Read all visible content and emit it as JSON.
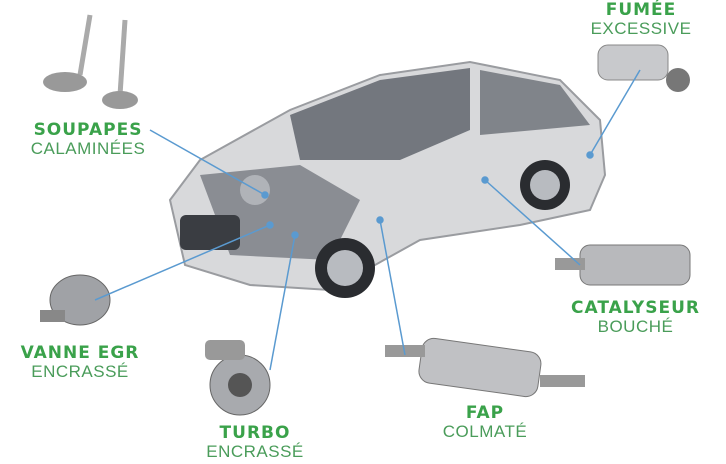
{
  "labels": {
    "soupapes": {
      "title": "SOUPAPES",
      "subtitle": "CALAMINÉES"
    },
    "fumee": {
      "title": "FUMÉE",
      "subtitle": "EXCESSIVE"
    },
    "catalyseur": {
      "title": "CATALYSEUR",
      "subtitle": "BOUCHÉ"
    },
    "vanne_egr": {
      "title": "VANNE EGR",
      "subtitle": "ENCRASSÉ"
    },
    "turbo": {
      "title": "TURBO",
      "subtitle": "ENCRASSÉ"
    },
    "fap": {
      "title": "FAP",
      "subtitle": "COLMATÉ"
    }
  },
  "colors": {
    "title": "#3aa24a",
    "subtitle": "#4a9c5a",
    "leader": "#5a9ad0"
  }
}
